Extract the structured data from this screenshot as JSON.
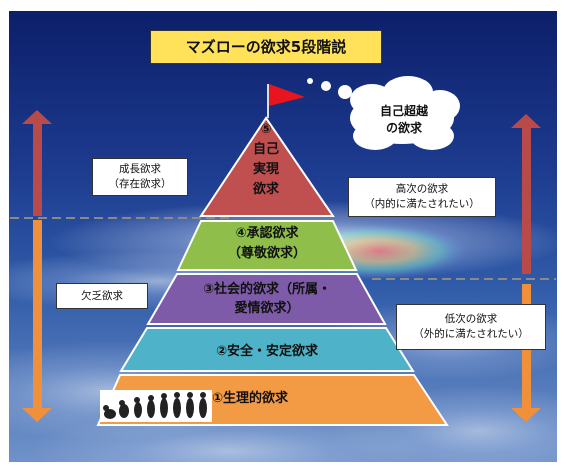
{
  "title": "マズローの欲求5段階説",
  "cloud_text": [
    "自己超越",
    "の欲求"
  ],
  "levels": [
    {
      "number": "⑤",
      "lines": [
        "自己",
        "実現",
        "欲求"
      ],
      "color": "#c05050"
    },
    {
      "number": "④",
      "lines": [
        "承認欲求",
        "（尊敬欲求）"
      ],
      "color": "#8fbf4a"
    },
    {
      "number": "③",
      "lines": [
        "社会的欲求（所属・",
        "愛情欲求）"
      ],
      "color": "#7e5ba8"
    },
    {
      "number": "②",
      "lines": [
        "安全・安定欲求"
      ],
      "color": "#4eb3c8"
    },
    {
      "number": "①",
      "lines": [
        "生理的欲求"
      ],
      "color": "#f39a45"
    }
  ],
  "side_labels": {
    "growth": [
      "成長欲求",
      "（存在欲求）"
    ],
    "deficiency": "欠乏欲求",
    "higher": [
      "高次の欲求",
      "（内的に満たされたい）"
    ],
    "lower": [
      "低次の欲求",
      "（外的に満たされたい）"
    ]
  },
  "colors": {
    "arrow_top": "#b84a4a",
    "arrow_bottom": "#f0903a",
    "flag": "#e8141e",
    "title_bg": "#ffe15a"
  },
  "icons": [
    "flag-icon",
    "thought-cloud-icon",
    "evolution-silhouette-icon"
  ]
}
